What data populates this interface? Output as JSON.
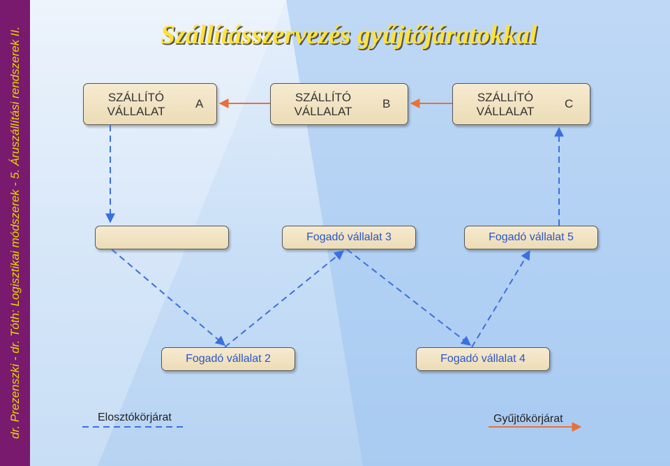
{
  "sidebar": {
    "text": "dr. Prezenszki - dr. Tóth:    Logisztikai módszerek - 5. Áruszállítási rendszerek II."
  },
  "title": "Szállításszervezés gyűjtőjáratokkal",
  "senders": [
    {
      "line1": "SZÁLLÍTÓ",
      "line2": "VÁLLALAT",
      "letter": "A"
    },
    {
      "line1": "SZÁLLÍTÓ",
      "line2": "VÁLLALAT",
      "letter": "B"
    },
    {
      "line1": "SZÁLLÍTÓ",
      "line2": "VÁLLALAT",
      "letter": "C"
    }
  ],
  "receivers": [
    {
      "label": ""
    },
    {
      "label": "Fogadó vállalat 2"
    },
    {
      "label": "Fogadó vállalat 3"
    },
    {
      "label": "Fogadó vállalat 4"
    },
    {
      "label": "Fogadó vállalat 5"
    }
  ],
  "legend": {
    "distribution": "Elosztókörjárat",
    "collection": "Gyűjtőkörjárat"
  },
  "colors": {
    "distribution": "#3a6fe0",
    "collection": "#e8703a",
    "title": "#ffe23a",
    "sidebar": "#7a1a6e"
  }
}
